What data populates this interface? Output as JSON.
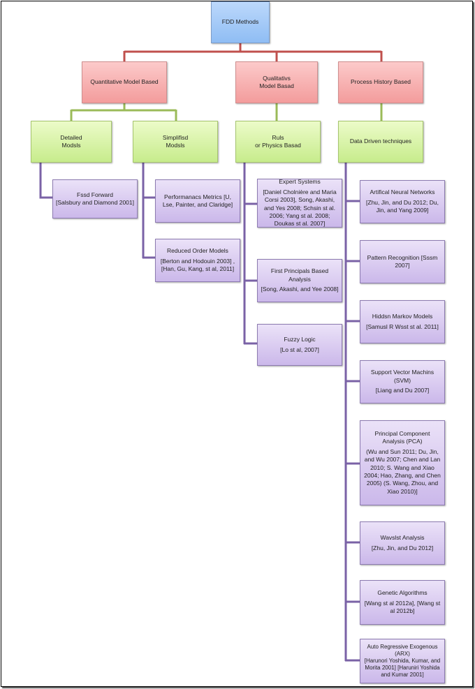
{
  "root": {
    "label": "FDD Methods"
  },
  "categories": {
    "quantitative": "Quantitative Model Based",
    "qualitative": [
      "Qualitativs",
      "Model Basad"
    ],
    "process_history": "Process History Based"
  },
  "subcategories": {
    "detailed": [
      "Detailed",
      "Modsls"
    ],
    "simplified": [
      "Simplifisd",
      "Modsls"
    ],
    "rule": [
      "Ruls",
      "or Physics Basad"
    ],
    "data_driven": "Data Driven techniques"
  },
  "leaves": {
    "feed_forward": {
      "title": "Fssd Forward",
      "cite": "[Salsbury and Diamond 2001]"
    },
    "performance_metrics": {
      "title": "Performanacs Metrics [U, Lse, Painter, and Claridge]",
      "cite": ""
    },
    "reduced_order": {
      "title": "Reduced Order Models",
      "cite": "[Berton and Hodouin 2003] , [Han, Gu, Kang, st al, 2011]"
    },
    "expert_systems": {
      "title": "Expert Systems",
      "cite": "[Daniel Cholnière and Maria Corsi 2003], Song, Akashi, and Yes 2008; Schsin st al. 2006; Yang st al. 2008; Doukas st al. 2007]"
    },
    "first_principals": {
      "title": "First Principals Based Analysis",
      "cite": "[Song, Akashi, and Yee 2008]"
    },
    "fuzzy_logic": {
      "title": "Fuzzy Logic",
      "cite": "[Lo st al, 2007]"
    },
    "ann": {
      "title": "Artifical Neural Networks",
      "cite": "[Zhu, Jin, and Du 2012; Du, Jin, and Yang 2009]"
    },
    "pattern": {
      "title": "Pattern Recognition [Sssm 2007]",
      "cite": ""
    },
    "hmm": {
      "title": "Hiddsn Markov Models",
      "cite": "[Samusl R Wsst st al. 2011]"
    },
    "svm": {
      "title": "Support Vector Machins (SVM)",
      "cite": "[Liang and Du 2007]"
    },
    "pca": {
      "title": "Principal Component Analysis (PCA)",
      "cite": "(Wu and Sun 2011; Du, Jin, and Wu 2007; Chen and Lan 2010; S. Wang and Xiao 2004; Hao, Zhang, and Chen 2005) (S. Wang, Zhou, and Xiao 2010)]"
    },
    "wavelet": {
      "title": "Wavslst Analysis",
      "cite": "[Zhu, Jin, and Du 2012]"
    },
    "genetic": {
      "title": "Genetic Algorithms",
      "cite": "[Wang st al 2012a], [Wang st al 2012b]"
    },
    "arx": {
      "title": "Auto Regressive Exogenous (ARX)",
      "cite": "[Harunori Yoshida, Kumar, and Morita 2001] [Haruniri Yoshida and Kumar 2001]"
    }
  },
  "colors": {
    "root_fill": "#9fc8f7",
    "category_fill": "#f7b3b3",
    "category_connector": "#c0504d",
    "subcategory_fill": "#d8f4a8",
    "subcategory_connector": "#9bbb59",
    "leaf_fill": "#d9cdf1",
    "leaf_connector": "#7a62a6"
  }
}
